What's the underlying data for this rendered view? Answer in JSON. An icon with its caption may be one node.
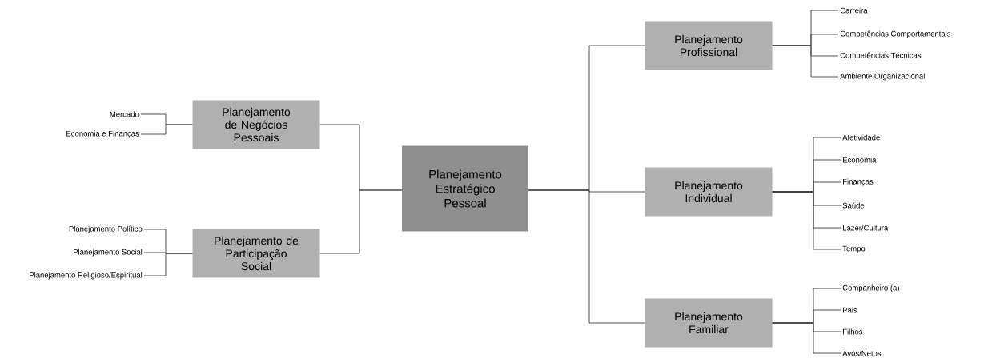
{
  "diagram": {
    "nodes": [
      {
        "text": [
          "Planejamento Estratégico Pessoal"
        ]
      },
      {
        "text": [
          "Planejamento de Negócios Pessoais"
        ]
      },
      {
        "text": [
          "Planejamento de Participação Social"
        ]
      },
      {
        "text": [
          "Planejamento Profissional"
        ]
      },
      {
        "text": [
          "Planejamento Individual"
        ]
      },
      {
        "text": [
          "Planejamento Familiar"
        ]
      },
      {
        "text": [
          "Mercado"
        ]
      },
      {
        "text": [
          "Economia e Finanças"
        ]
      },
      {
        "text": [
          "Planejamento Político"
        ]
      },
      {
        "text": [
          "Planejamento Social"
        ]
      },
      {
        "text": [
          "Planejamento Religioso/Espiritual"
        ]
      },
      {
        "text": [
          "Carreira"
        ]
      },
      {
        "text": [
          "Competências Comportamentais"
        ]
      },
      {
        "text": [
          "Competências Técnicas"
        ]
      },
      {
        "text": [
          "Ambiente Organizacional"
        ]
      },
      {
        "text": [
          "Afetividade"
        ]
      },
      {
        "text": [
          "Economia"
        ]
      },
      {
        "text": [
          "Finanças"
        ]
      },
      {
        "text": [
          "Saúde"
        ]
      },
      {
        "text": [
          "Lazer/Cultura"
        ]
      },
      {
        "text": [
          "Tempo"
        ]
      },
      {
        "text": [
          "Companheiro (a)"
        ]
      },
      {
        "text": [
          "Pais"
        ]
      },
      {
        "text": [
          "Filhos"
        ]
      },
      {
        "text": [
          "Avós/Netos"
        ]
      }
    ],
    "edges": [
      {
        "from": 0,
        "to": 1,
        "arrow": "none"
      },
      {
        "from": 0,
        "to": 2,
        "arrow": "none"
      },
      {
        "from": 0,
        "to": 3,
        "arrow": "none"
      },
      {
        "from": 0,
        "to": 4,
        "arrow": "none"
      },
      {
        "from": 0,
        "to": 5,
        "arrow": "none"
      },
      {
        "from": 1,
        "to": 6,
        "arrow": "none"
      },
      {
        "from": 1,
        "to": 7,
        "arrow": "none"
      },
      {
        "from": 2,
        "to": 8,
        "arrow": "none"
      },
      {
        "from": 2,
        "to": 9,
        "arrow": "none"
      },
      {
        "from": 2,
        "to": 10,
        "arrow": "none"
      },
      {
        "from": 3,
        "to": 11,
        "arrow": "none"
      },
      {
        "from": 3,
        "to": 12,
        "arrow": "none"
      },
      {
        "from": 3,
        "to": 13,
        "arrow": "none"
      },
      {
        "from": 3,
        "to": 14,
        "arrow": "none"
      },
      {
        "from": 4,
        "to": 15,
        "arrow": "none"
      },
      {
        "from": 4,
        "to": 16,
        "arrow": "none"
      },
      {
        "from": 4,
        "to": 17,
        "arrow": "none"
      },
      {
        "from": 4,
        "to": 18,
        "arrow": "none"
      },
      {
        "from": 4,
        "to": 19,
        "arrow": "none"
      },
      {
        "from": 4,
        "to": 20,
        "arrow": "none"
      },
      {
        "from": 5,
        "to": 21,
        "arrow": "none"
      },
      {
        "from": 5,
        "to": 22,
        "arrow": "none"
      },
      {
        "from": 5,
        "to": 23,
        "arrow": "none"
      },
      {
        "from": 5,
        "to": 24,
        "arrow": "none"
      }
    ]
  }
}
